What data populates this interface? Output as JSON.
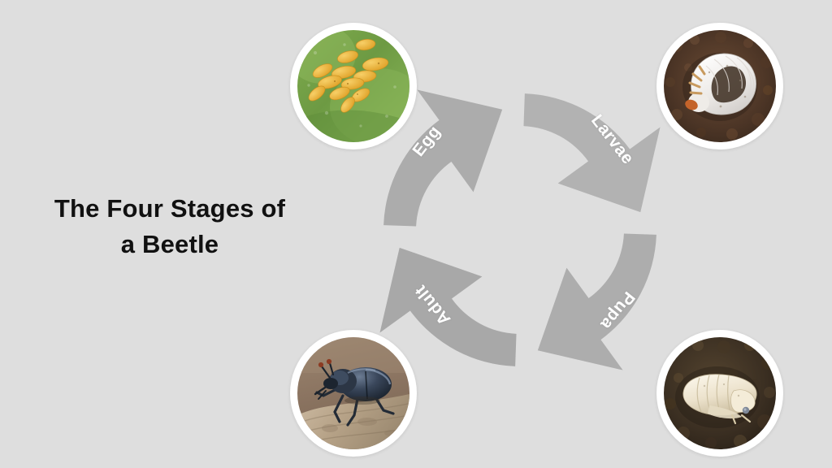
{
  "slide": {
    "background_color": "#dedede",
    "title_lines": [
      "The Four Stages of",
      "a Beetle"
    ],
    "title_color": "#111111"
  },
  "cycle": {
    "arrow_color": "#aaaaaa",
    "arrow_color_alt": "#b4b4b4",
    "label_color": "#ffffff",
    "direction": "clockwise",
    "stages": [
      {
        "id": "egg",
        "label": "Egg",
        "order": 1,
        "position": "top-left",
        "photo": {
          "name": "beetle-eggs-on-leaf",
          "description": "Cluster of yellow-orange oval beetle eggs on a green leaf",
          "colors": {
            "background": "#6f9a43",
            "background_light": "#9ec36a",
            "subject": "#e8ac33",
            "subject_light": "#f3c65c"
          }
        }
      },
      {
        "id": "larvae",
        "label": "Larvae",
        "order": 2,
        "position": "top-right",
        "photo": {
          "name": "beetle-larva-grub-in-soil",
          "description": "White C-shaped beetle grub with orange head resting in dark brown soil",
          "colors": {
            "background": "#4a3327",
            "background_light": "#6b4a33",
            "subject": "#ece7e2",
            "subject_light": "#ffffff",
            "accent": "#c4632a"
          }
        }
      },
      {
        "id": "pupa",
        "label": "Pupa",
        "order": 3,
        "position": "bottom-right",
        "photo": {
          "name": "beetle-pupa-in-soil",
          "description": "Pale cream coloured beetle pupa lying on dark crumbly soil",
          "colors": {
            "background": "#3a2f25",
            "background_light": "#574634",
            "subject": "#efe6d2",
            "subject_light": "#fdf8ec",
            "accent": "#cbb98f"
          }
        }
      },
      {
        "id": "adult",
        "label": "Adult",
        "order": 4,
        "position": "bottom-left",
        "photo": {
          "name": "adult-beetle-on-branch",
          "description": "Dark blue-black adult beetle standing on a light brown branch",
          "colors": {
            "background": "#8d7763",
            "background_light": "#b39d86",
            "subject": "#2b3340",
            "subject_light": "#55647a",
            "accent": "#cdbba3"
          }
        }
      }
    ]
  }
}
